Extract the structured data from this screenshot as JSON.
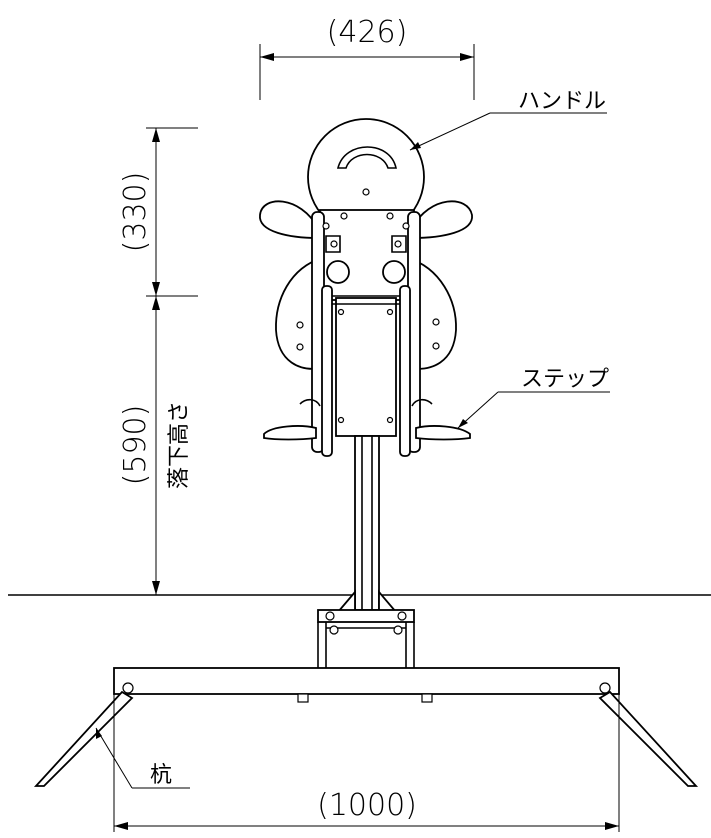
{
  "dimensions": {
    "width_top": "(426)",
    "handle_height": "(330)",
    "fall_height": "(590)",
    "fall_height_label": "落下高さ",
    "base_width": "(1000)"
  },
  "callouts": {
    "handle": "ハンドル",
    "step": "ステップ",
    "stake": "杭"
  }
}
